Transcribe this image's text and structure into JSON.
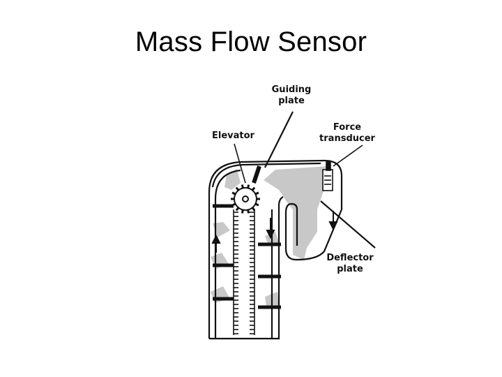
{
  "slide": {
    "title": "Mass Flow Sensor"
  },
  "diagram": {
    "labels": {
      "guiding_plate": [
        "Guiding",
        "plate"
      ],
      "elevator": "Elevator",
      "force_transducer": [
        "Force",
        "transducer"
      ],
      "deflector_plate": [
        "Deflector",
        "plate"
      ]
    },
    "colors": {
      "line": "#111111",
      "grain": "#c8c8c8",
      "background": "#ffffff"
    }
  }
}
